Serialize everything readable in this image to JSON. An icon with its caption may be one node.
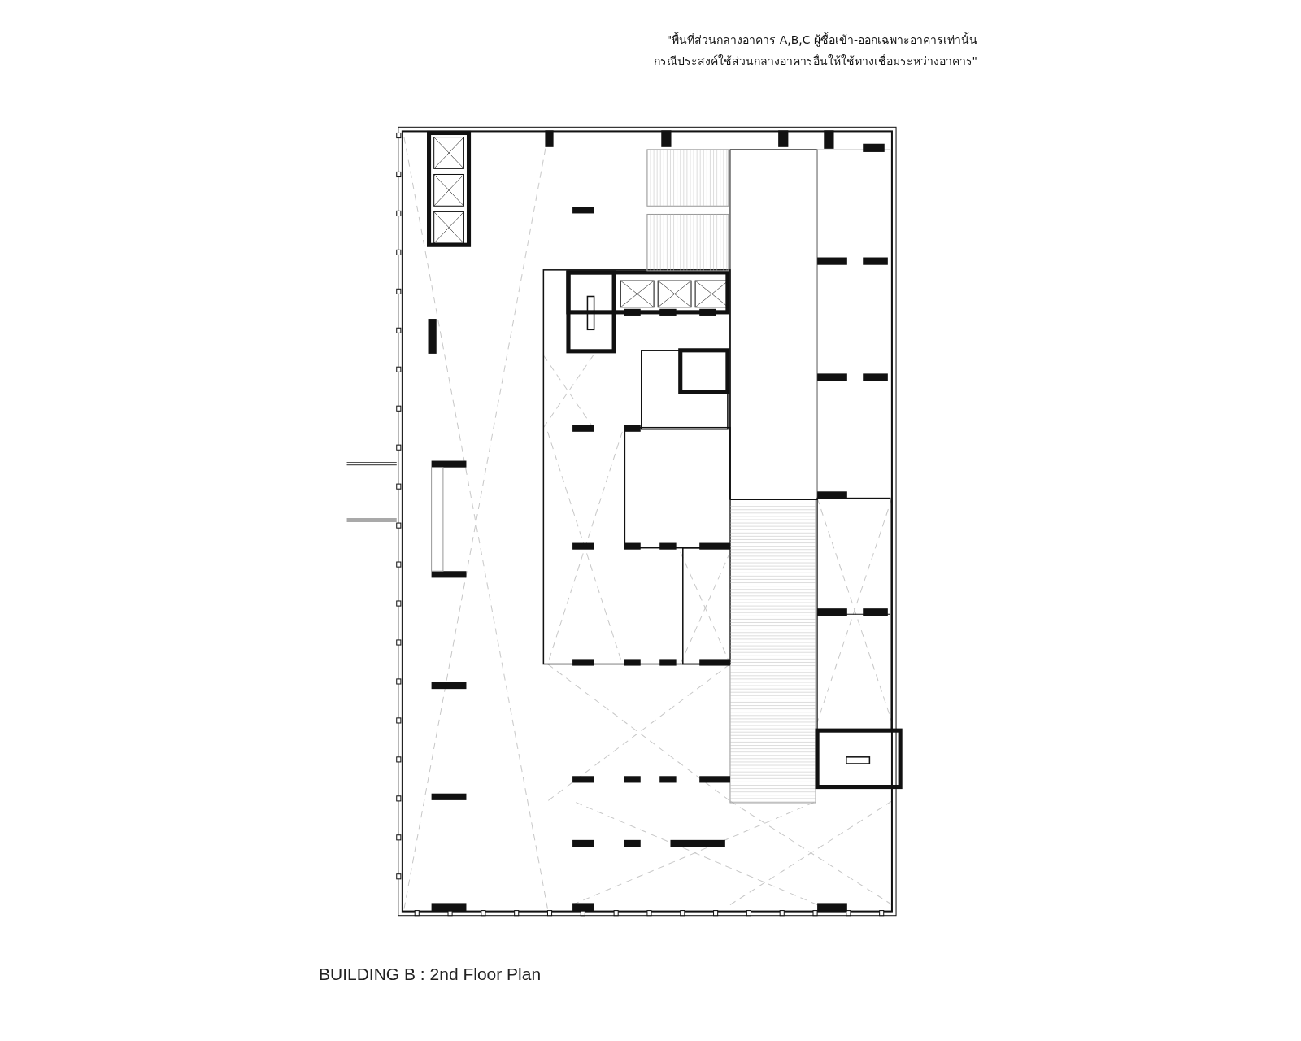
{
  "diagram": {
    "caption": "BUILDING B : 2nd Floor Plan",
    "labels": [
      "\"พื้นที่ส่วนกลางอาคาร A,B,C ผู้ซื้อเข้า-ออกเฉพาะอาคารเท่านั้น",
      "กรณีประสงค์ใช้ส่วนกลางอาคารอื่นให้ใช้ทางเชื่อมระหว่างอาคาร\""
    ]
  }
}
